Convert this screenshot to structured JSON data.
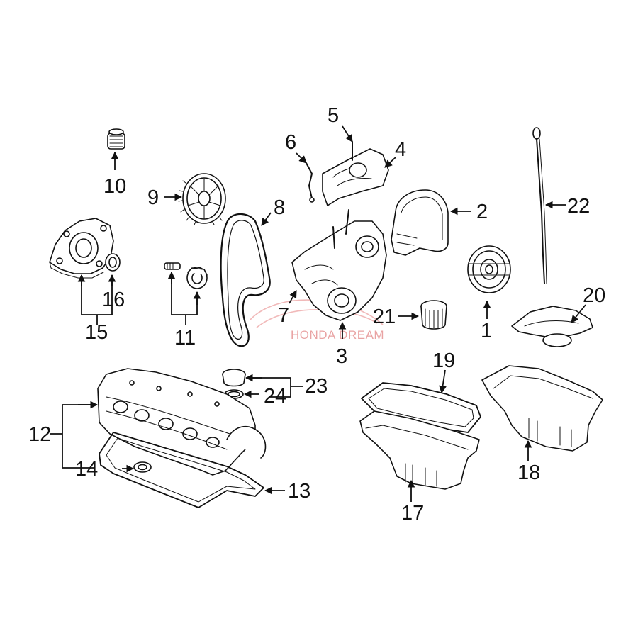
{
  "watermark": {
    "text": "HONDA DREAM",
    "color": "#e9a3a3"
  },
  "callouts": [
    {
      "id": "1",
      "label": "1"
    },
    {
      "id": "2",
      "label": "2"
    },
    {
      "id": "3",
      "label": "3"
    },
    {
      "id": "4",
      "label": "4"
    },
    {
      "id": "5",
      "label": "5"
    },
    {
      "id": "6",
      "label": "6"
    },
    {
      "id": "7",
      "label": "7"
    },
    {
      "id": "8",
      "label": "8"
    },
    {
      "id": "9",
      "label": "9"
    },
    {
      "id": "10",
      "label": "10"
    },
    {
      "id": "11",
      "label": "11"
    },
    {
      "id": "12",
      "label": "12"
    },
    {
      "id": "13",
      "label": "13"
    },
    {
      "id": "14",
      "label": "14"
    },
    {
      "id": "15",
      "label": "15"
    },
    {
      "id": "16",
      "label": "16"
    },
    {
      "id": "17",
      "label": "17"
    },
    {
      "id": "18",
      "label": "18"
    },
    {
      "id": "19",
      "label": "19"
    },
    {
      "id": "20",
      "label": "20"
    },
    {
      "id": "21",
      "label": "21"
    },
    {
      "id": "22",
      "label": "22"
    },
    {
      "id": "23",
      "label": "23"
    },
    {
      "id": "24",
      "label": "24"
    }
  ]
}
